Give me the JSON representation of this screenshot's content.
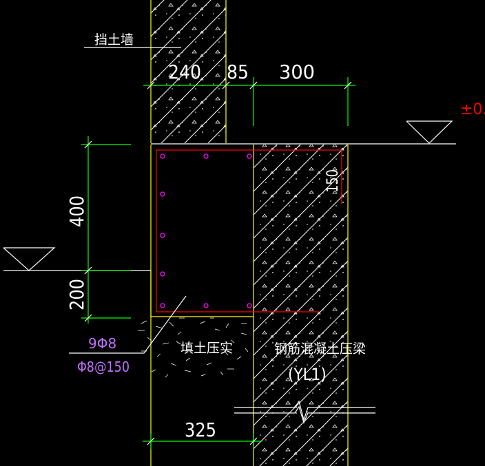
{
  "labels": {
    "retaining_wall": "挡土墙",
    "fill_compacted": "填土压实",
    "beam_name": "钢筋混凝土压梁",
    "beam_code": "(YL1)",
    "elevation": "±0."
  },
  "rebar": {
    "main_bars": "9Φ8",
    "stirrups": "Φ8@150"
  },
  "dimensions": {
    "wall_thickness": "240",
    "gap": "85",
    "beam_extension": "300",
    "beam_height_upper": "400",
    "beam_height_lower": "200",
    "cover_top": "150",
    "offset_bottom": "325"
  },
  "colors": {
    "background": "#000000",
    "outline": "#ffff00",
    "hatch": "#ffffff",
    "dimension_line": "#00ff00",
    "rebar_outline": "#ff0000",
    "rebar_dots": "#ff00ff",
    "rebar_text": "#c070ff",
    "elevation_text": "#ff0000"
  }
}
